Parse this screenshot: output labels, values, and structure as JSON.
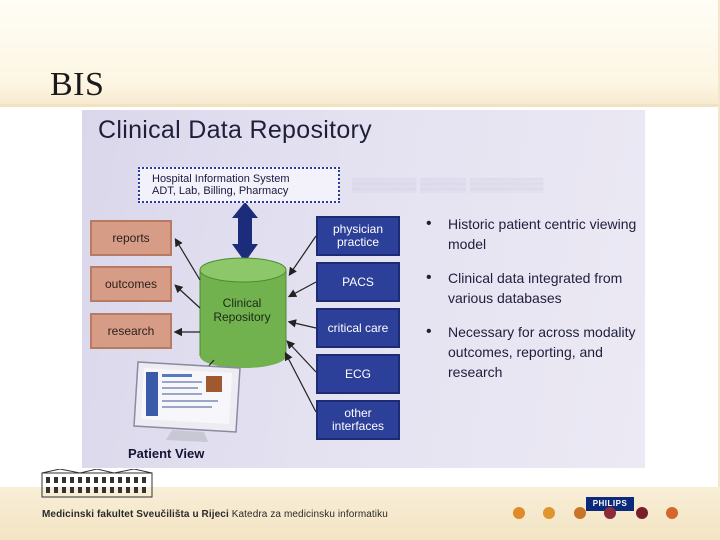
{
  "slide": {
    "title": "BIS",
    "footer_bold": "Medicinski fakultet Sveučilišta u Rijeci",
    "footer_rest": " Katedra za medicinsku informatiku",
    "brand_logo": "PHILIPS",
    "dot_colors": [
      "#e08a2a",
      "#e0952e",
      "#c8752a",
      "#8a2a3a",
      "#7a1e2a",
      "#d4682c"
    ]
  },
  "diagram": {
    "title": "Clinical Data Repository",
    "his": {
      "line1": "Hospital Information System",
      "line2": "ADT, Lab, Billing, Pharmacy"
    },
    "left_boxes": [
      "reports",
      "outcomes",
      "research"
    ],
    "repository": {
      "line1": "Clinical",
      "line2": "Repository"
    },
    "right_boxes": [
      {
        "line1": "physician",
        "line2": "practice"
      },
      {
        "line1": "PACS",
        "line2": ""
      },
      {
        "line1": "critical care",
        "line2": ""
      },
      {
        "line1": "ECG",
        "line2": ""
      },
      {
        "line1": "other",
        "line2": "interfaces"
      }
    ],
    "bullets": [
      "Historic patient centric viewing model",
      "Clinical data integrated from various databases",
      "Necessary for across modality outcomes, reporting, and research"
    ],
    "patient_view_label": "Patient View"
  }
}
